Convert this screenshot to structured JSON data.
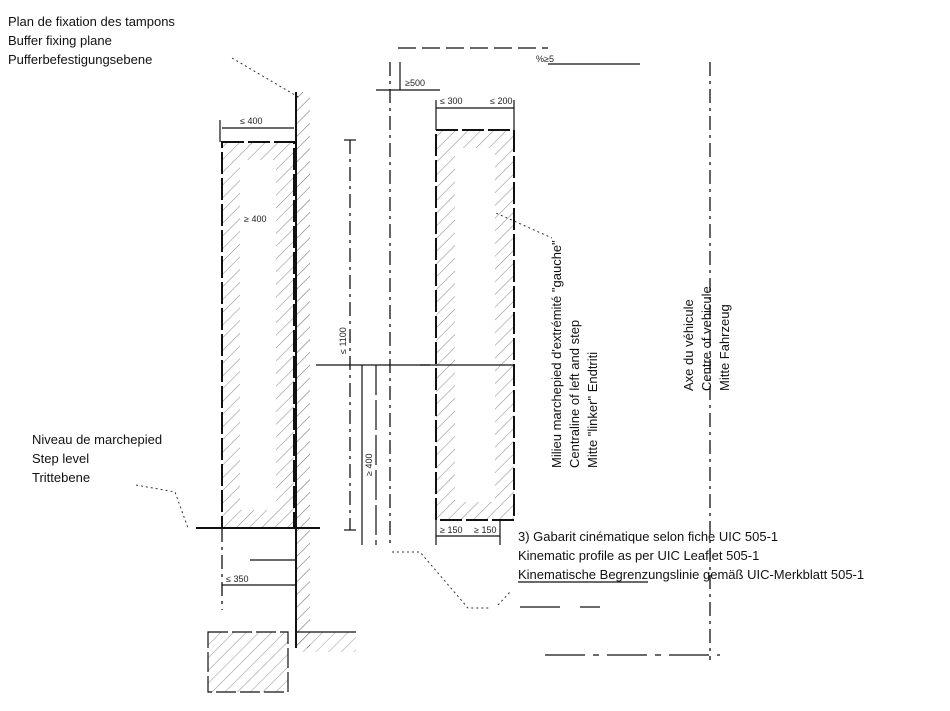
{
  "labels": {
    "buffer_plane": [
      "Plan de fixation des tampons",
      "Buffer fixing plane",
      "Pufferbefestigungsebene"
    ],
    "step_level": [
      "Niveau de marchepied",
      "Step level",
      "Trittebene"
    ],
    "step_centreline": [
      "Milieu marchepied d'extrémité \"gauche\"",
      "Centraline of left and step",
      "Mitte \"linker\" Endtriti"
    ],
    "vehicle_axis": [
      "Axe du véhicule",
      "Centre of vehicule",
      "Mitte Fahrzeug"
    ],
    "kinematic_profile": [
      "3) Gabarit cinématique selon fiche UIC 505-1",
      "Kinematic profile as per UIC Leaflet 505-1",
      "Kinematische Begrenzungslinie gemäß UIC-Merkblatt 505-1"
    ]
  },
  "dimensions": {
    "top_right": "%≥5",
    "top_mid": "≥500",
    "left_width": "≤ 400",
    "left_height": "≥ 400",
    "right_width_a": "≤ 300",
    "right_width_b": "≤ 200",
    "vertical_total": "≤ 1100",
    "vertical_lower": "≥ 400",
    "bottom_left": "≤ 350",
    "bottom_right_a": "≥ 150",
    "bottom_right_b": "≥ 150"
  }
}
